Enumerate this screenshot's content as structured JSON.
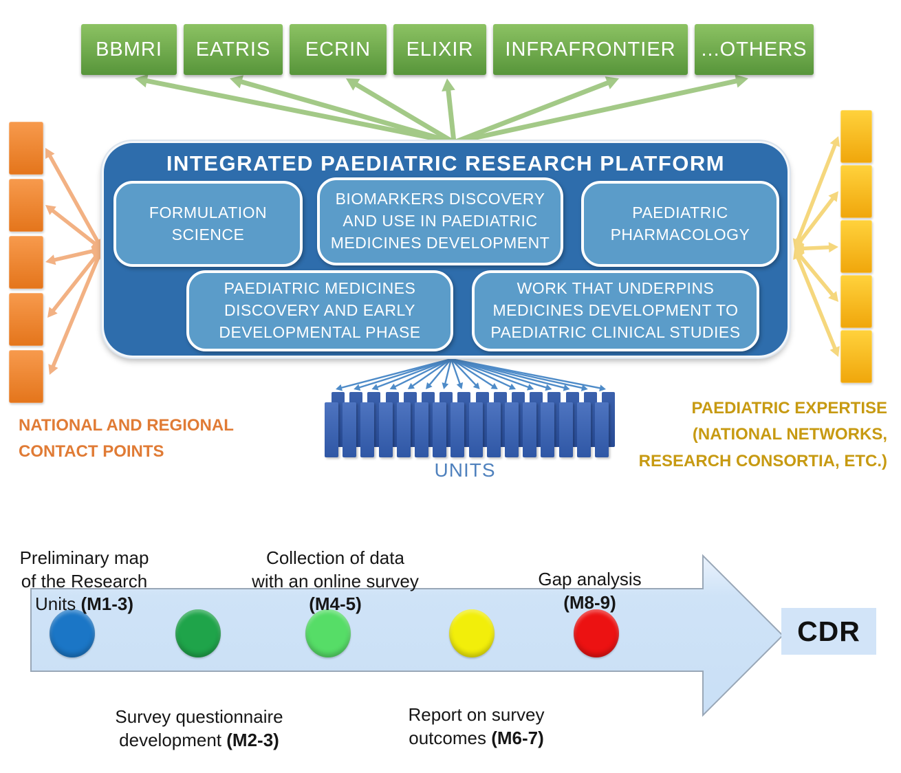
{
  "infrastructures": {
    "items": [
      "BBMRI",
      "EATRIS",
      "ECRIN",
      "ELIXIR",
      "INFRAFRONTIER",
      "...OTHERS"
    ]
  },
  "platform": {
    "title": "INTEGRATED PAEDIATRIC RESEARCH PLATFORM",
    "areas": [
      {
        "label": "FORMULATION SCIENCE"
      },
      {
        "label": "BIOMARKERS DISCOVERY AND USE IN PAEDIATRIC MEDICINES DEVELOPMENT"
      },
      {
        "label": "PAEDIATRIC PHARMACOLOGY"
      },
      {
        "label": "PAEDIATRIC MEDICINES DISCOVERY AND EARLY DEVELOPMENTAL PHASE"
      },
      {
        "label": "WORK THAT UNDERPINS MEDICINES DEVELOPMENT TO PAEDIATRIC CLINICAL STUDIES"
      }
    ]
  },
  "left_group": {
    "label": "NATIONAL AND REGIONAL\nCONTACT POINTS",
    "count": 5,
    "box_color": "#ED7D31",
    "text_color": "#E07B35"
  },
  "right_group": {
    "label": "PAEDIATRIC EXPERTISE\n(NATIONAL NETWORKS,\nRESEARCH CONSORTIA, ETC.)",
    "count": 5,
    "box_color": "#FFC000",
    "text_color": "#C79A12"
  },
  "units": {
    "label": "UNITS",
    "count": 16,
    "text_color": "#4F81BD"
  },
  "timeline": {
    "milestones": [
      {
        "text": "Preliminary map\nof the Research\nUnits ",
        "bold": "(M1-3)",
        "dot_color": "#1B76C6"
      },
      {
        "text": "Survey questionnaire\ndevelopment ",
        "bold": "(M2-3)",
        "dot_color": "#1FA44A"
      },
      {
        "text": "Collection of data\nwith an online survey\n",
        "bold": "(M4-5)",
        "dot_color": "#56DD67"
      },
      {
        "text": "Report on survey\noutcomes ",
        "bold": "(M6-7)",
        "dot_color": "#F2EE0A"
      },
      {
        "text": "Gap analysis\n",
        "bold": "(M8-9)",
        "dot_color": "#EC1212"
      }
    ],
    "end_label": "CDR"
  }
}
